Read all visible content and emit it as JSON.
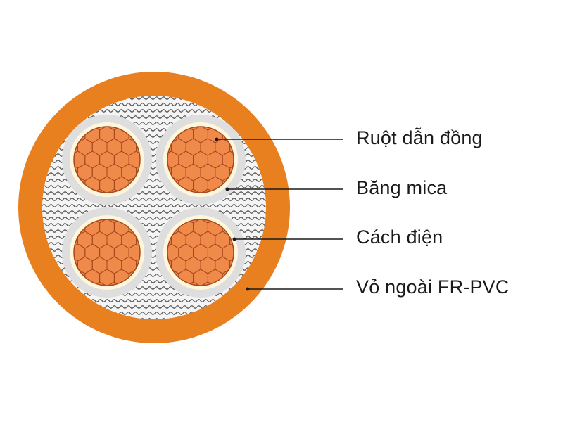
{
  "labels": {
    "conductor": "Ruột dẫn đồng",
    "mica_tape": "Băng mica",
    "insulation": "Cách điện",
    "outer_sheath": "Vỏ ngoài FR-PVC"
  },
  "colors": {
    "sheath": "#e8801f",
    "filler": "#f4f4f4",
    "filler_wave": "#3a3a3a",
    "insulation": "#dedede",
    "mica": "#fff6dc",
    "copper": "#f08a4b",
    "strand_line": "#a4481e",
    "leader_line": "#1a1a1a"
  }
}
